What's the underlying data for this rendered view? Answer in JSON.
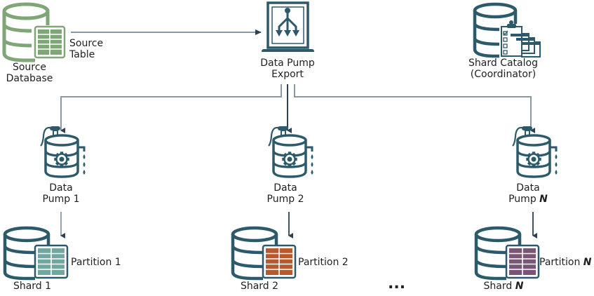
{
  "colors": {
    "teal_dark": "#2c5a6b",
    "source_green": "#7ea677",
    "connector_gray": "#8a98a3",
    "connector_dark": "#2c4254",
    "partition_teal": "#6fa8a1",
    "partition_orange": "#b5592e",
    "partition_purple": "#7a5577"
  },
  "source": {
    "database_label_line1": "Source",
    "database_label_line2": "Database",
    "table_label_line1": "Source",
    "table_label_line2": "Table"
  },
  "export": {
    "label_line1": "Data Pump",
    "label_line2": "Export"
  },
  "catalog": {
    "label_line1": "Shard Catalog",
    "label_line2": "(Coordinator)"
  },
  "pumps": [
    {
      "label_line1": "Data",
      "label_prefix": "Pump ",
      "label_suffix": "1",
      "suffix_emphasis": false
    },
    {
      "label_line1": "Data",
      "label_prefix": "Pump ",
      "label_suffix": "2",
      "suffix_emphasis": false
    },
    {
      "label_line1": "Data",
      "label_prefix": "Pump ",
      "label_suffix": "N",
      "suffix_emphasis": true
    }
  ],
  "shards": [
    {
      "shard_prefix": "Shard ",
      "shard_suffix": "1",
      "partition_prefix": "Partition ",
      "partition_suffix": "1",
      "emphasis": false
    },
    {
      "shard_prefix": "Shard ",
      "shard_suffix": "2",
      "partition_prefix": "Partition ",
      "partition_suffix": "2",
      "emphasis": false
    },
    {
      "shard_prefix": "Shard ",
      "shard_suffix": "N",
      "partition_prefix": "Partition ",
      "partition_suffix": "N",
      "emphasis": true
    }
  ],
  "ellipsis": "..."
}
